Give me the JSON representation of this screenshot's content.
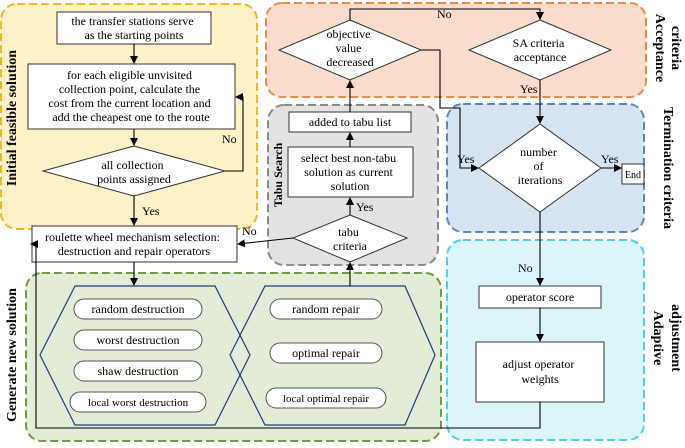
{
  "regions": {
    "initial": "Initial feasible solution",
    "generate": "Generate new solution",
    "tabu": "Tabu Search",
    "acceptance_line1": "Acceptance",
    "acceptance_line2": "criteria",
    "termination": "Termination criteria",
    "adaptive_line1": "Adaptive",
    "adaptive_line2": "adjustment"
  },
  "nodes": {
    "start": [
      "the transfer stations serve",
      "as the starting points"
    ],
    "cost": [
      "for each eligible unvisited",
      "collection point, calculate the",
      "cost from the current location and",
      "add the cheapest one to the route"
    ],
    "assigned": [
      "all collection",
      "points assigned"
    ],
    "roulette": [
      "roulette wheel mechanism selection:",
      "destruction and repair operators"
    ],
    "tabu_criteria": [
      "tabu",
      "criteria"
    ],
    "select_best": [
      "select best non-tabu",
      "solution as current",
      "solution"
    ],
    "added_tabu": "added to tabu list",
    "objective": [
      "objective",
      "value",
      "decreased"
    ],
    "sa": [
      "SA criteria",
      "acceptance"
    ],
    "iterations": [
      "number",
      "of",
      "iterations"
    ],
    "end": "End",
    "operator_score": "operator score",
    "adjust": [
      "adjust operator",
      "weights"
    ]
  },
  "destruction_ops": [
    "random destruction",
    "worst destruction",
    "shaw destruction",
    "local worst destruction"
  ],
  "repair_ops": [
    "random repair",
    "optimal repair",
    "local optimal repair"
  ],
  "edge_labels": {
    "assigned_no": "No",
    "assigned_yes": "Yes",
    "tabu_yes": "Yes",
    "tabu_no": "No",
    "objective_no": "No",
    "sa_yes": "Yes",
    "iter_yes_left": "Yes",
    "iter_yes_right": "Yes",
    "iter_no": "No"
  },
  "colors": {
    "initial_fill": "#fdf1c8",
    "initial_stroke": "#f3b724",
    "generate_fill": "#e3ecd6",
    "generate_stroke": "#6f9b3f",
    "tabu_fill": "#e2e2e2",
    "tabu_stroke": "#8a8a8a",
    "acceptance_fill": "#f9dccb",
    "acceptance_stroke": "#ee8a4a",
    "termination_fill": "#d6e4f1",
    "termination_stroke": "#5a88bb",
    "adaptive_fill": "#dcf5fa",
    "adaptive_stroke": "#4dd2ec"
  }
}
